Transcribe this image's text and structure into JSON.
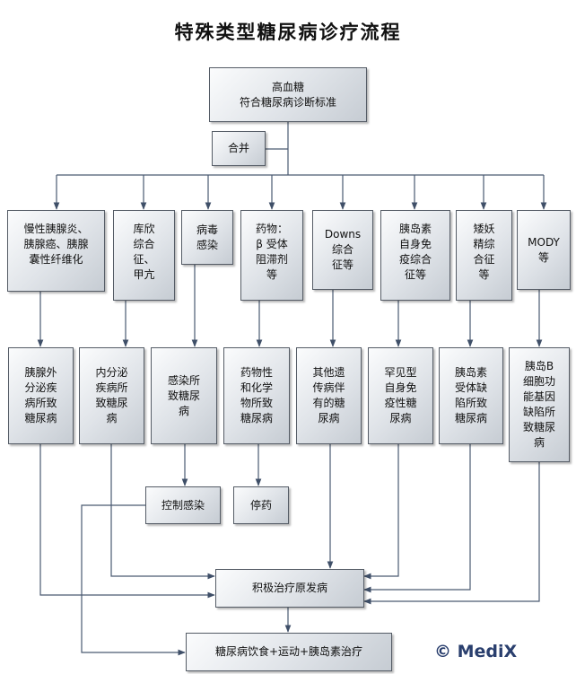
{
  "title": "特殊类型糖尿病诊疗流程",
  "nodes": {
    "hyperglycemia": "高血糖\n符合糖尿病诊断标准",
    "combined": "合并",
    "cause1": "慢性胰腺炎、\n胰腺癌、胰腺\n囊性纤维化",
    "cause2": "库欣\n综合\n征、\n甲亢",
    "cause3": "病毒\n感染",
    "cause4": "药物：\nβ 受体\n阻滞剂\n等",
    "cause5": "Downs\n综合\n征等",
    "cause6": "胰岛素\n自身免\n疫综合\n征等",
    "cause7": "矮妖\n精综\n合征\n等",
    "cause8": "MODY\n等",
    "type1": "胰腺外\n分泌疾\n病所致\n糖尿病",
    "type2": "内分泌\n疾病所\n致糖尿\n病",
    "type3": "感染所\n致糖尿\n病",
    "type4": "药物性\n和化学\n物所致\n糖尿病",
    "type5": "其他遗\n传病伴\n有的糖\n尿病",
    "type6": "罕见型\n自身免\n疫性糖\n尿病",
    "type7": "胰岛素\n受体缺\n陷所致\n糖尿病",
    "type8": "胰岛B\n细胞功\n能基因\n缺陷所\n致糖尿\n病",
    "control_infection": "控制感染",
    "stop_drug": "停药",
    "treat_primary": "积极治疗原发病",
    "final_treatment": "糖尿病饮食+运动+胰岛素治疗"
  },
  "watermark": "© MediX",
  "colors": {
    "line": "#4a5a72",
    "box_border": "#555c66"
  }
}
